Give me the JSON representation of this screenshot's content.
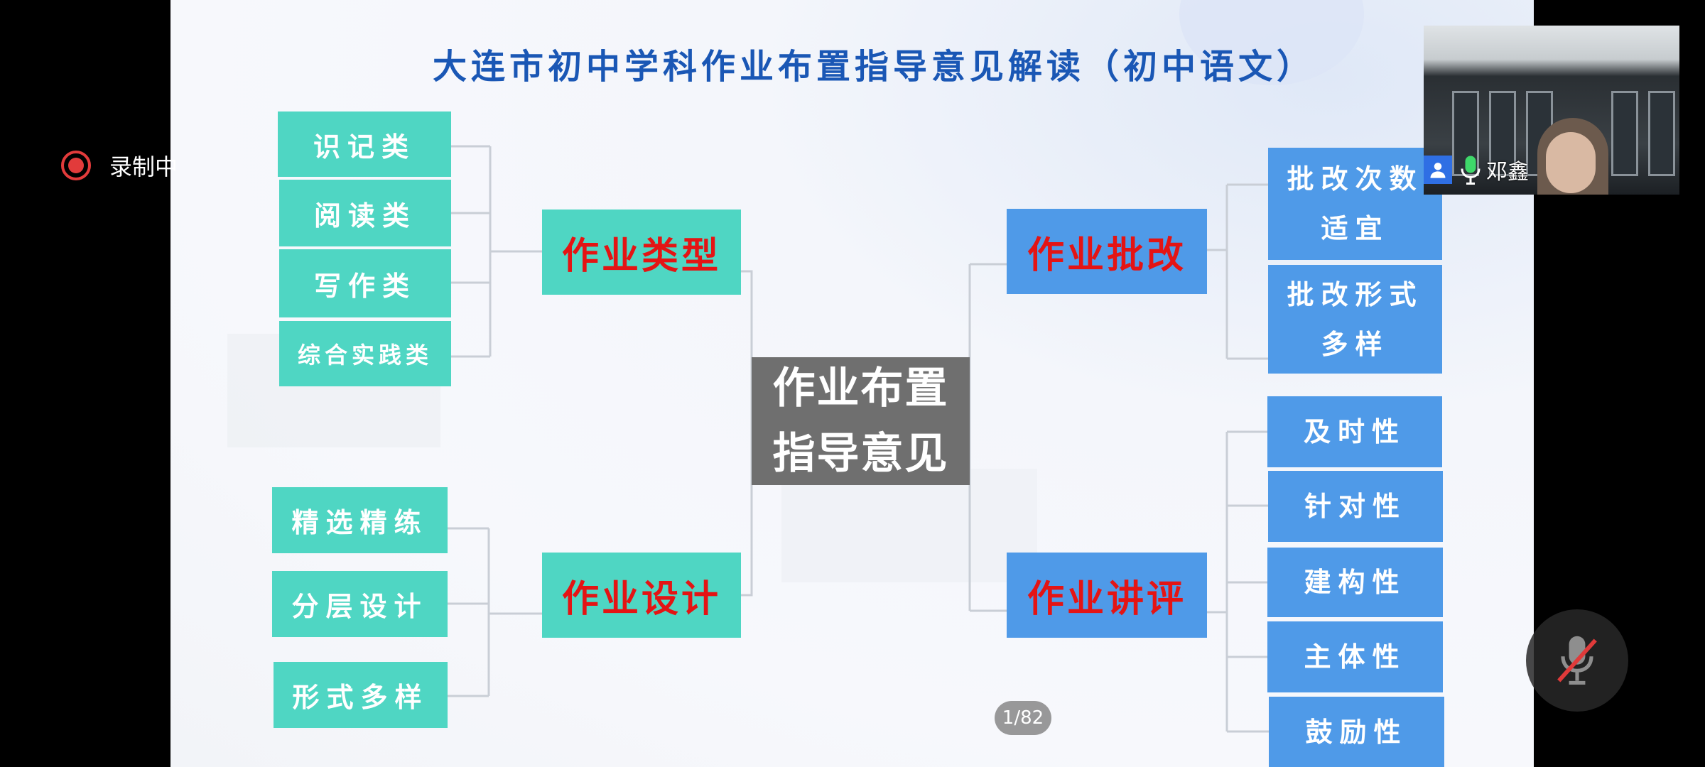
{
  "slide": {
    "title": "大连市初中学科作业布置指导意见解读（初中语文）",
    "center": {
      "line1": "作业布置",
      "line2": "指导意见"
    },
    "branches": {
      "type": {
        "label": "作业类型",
        "items": [
          "识记类",
          "阅读类",
          "写作类",
          "综合实践类"
        ]
      },
      "design": {
        "label": "作业设计",
        "items": [
          "精选精练",
          "分层设计",
          "形式多样"
        ]
      },
      "correct": {
        "label": "作业批改",
        "items": [
          [
            "批改次数",
            "适宜"
          ],
          [
            "批改形式",
            "多样"
          ]
        ]
      },
      "review": {
        "label": "作业讲评",
        "items": [
          "及时性",
          "针对性",
          "建构性",
          "主体性",
          "鼓励性"
        ]
      }
    },
    "page_indicator": "1/82"
  },
  "recording": {
    "label": "录制中",
    "color": "#e23b3b"
  },
  "video_tile": {
    "name": "邓鑫"
  },
  "colors": {
    "teal": "#4fd6c3",
    "blue": "#4f9ae8",
    "red_text": "#e41414",
    "title": "#1a57b5"
  },
  "icons": [
    "record-icon",
    "user-icon",
    "mic-icon",
    "mic-muted-icon"
  ]
}
